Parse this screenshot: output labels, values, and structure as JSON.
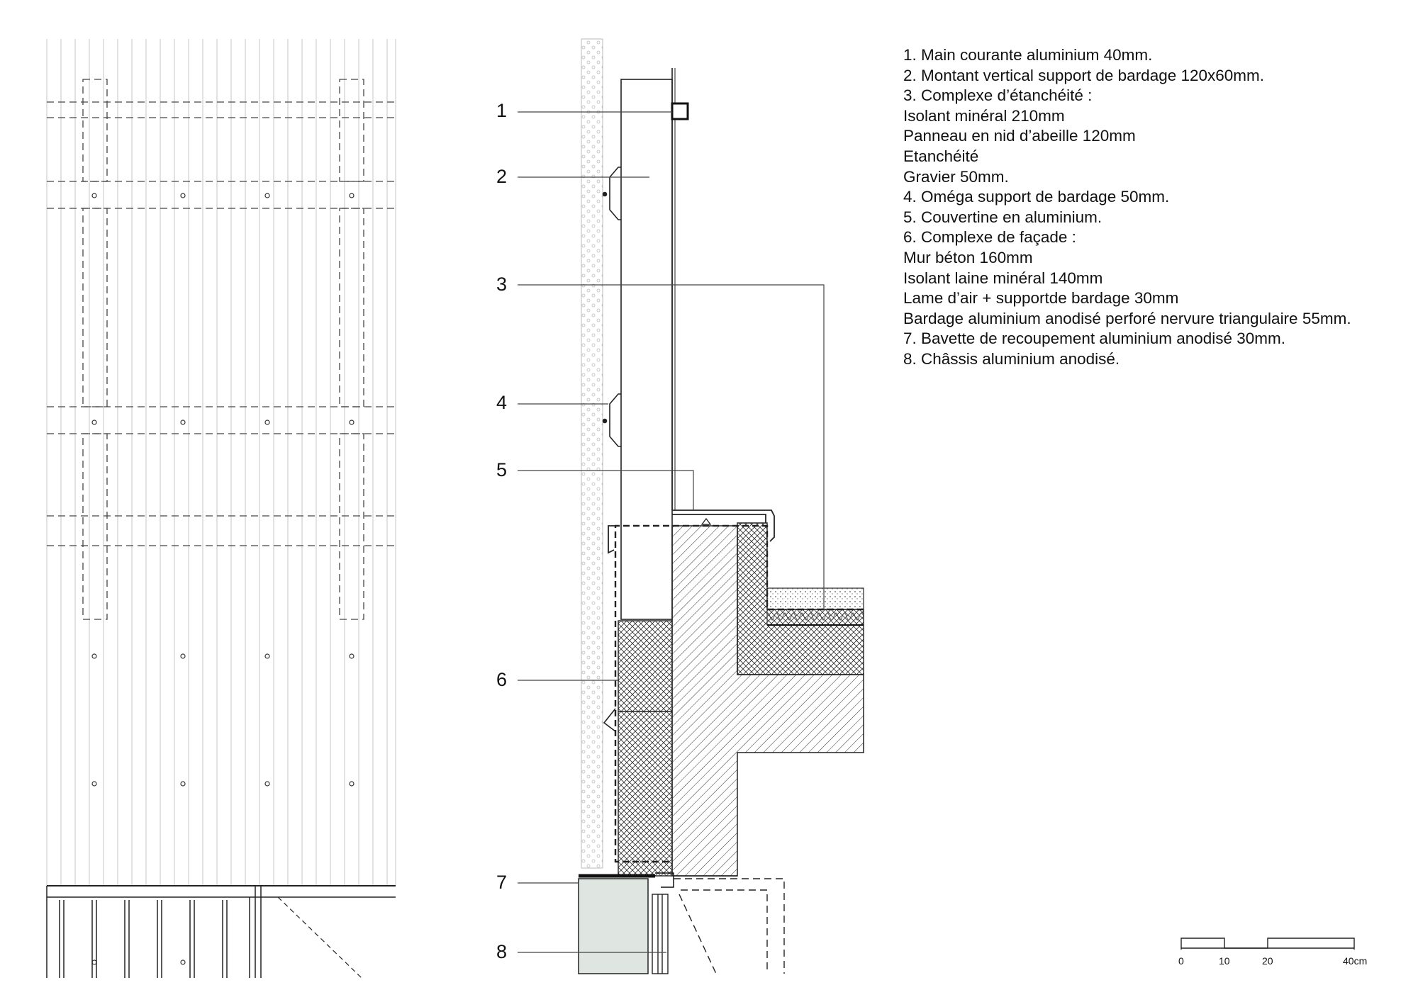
{
  "callouts": [
    "1",
    "2",
    "3",
    "4",
    "5",
    "6",
    "7",
    "8"
  ],
  "legend": [
    "1. Main courante aluminium 40mm.",
    "2. Montant vertical support de bardage 120x60mm.",
    "3. Complexe d’étanchéité :",
    "Isolant minéral 210mm",
    "Panneau en nid d’abeille 120mm",
    "Etanchéité",
    "Gravier 50mm.",
    "4. Oméga support de bardage 50mm.",
    "5. Couvertine en aluminium.",
    "6. Complexe de façade :",
    "Mur béton 160mm",
    "Isolant laine minéral 140mm",
    "Lame d’air + supportde bardage 30mm",
    "Bardage aluminium anodisé perforé nervure triangulaire 55mm.",
    "7. Bavette de recoupement aluminium anodisé 30mm.",
    "8. Châssis aluminium anodisé."
  ],
  "scale_bar": {
    "labels": [
      "0",
      "10",
      "20",
      "40cm"
    ]
  },
  "colors": {
    "line": "#222222",
    "light_line": "#c8c8c8",
    "glass": "#dfe6e2"
  }
}
